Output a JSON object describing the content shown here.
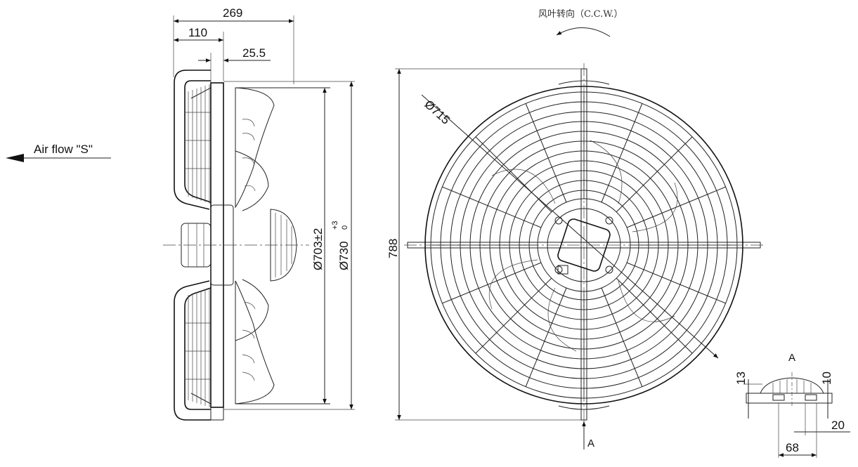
{
  "side_view": {
    "dim_overall_depth": "269",
    "dim_guard_depth": "110",
    "dim_flange": "25.5",
    "airflow_label": "Air flow \"S\"",
    "dia_blade": "Ø703±2",
    "dia_ring_base": "Ø730",
    "dia_ring_tol_upper": "+3",
    "dia_ring_tol_lower": "0"
  },
  "front_view": {
    "rotation_label": "风叶转向（C.C.W.）",
    "dia_guard": "Ø715",
    "dim_height": "788",
    "section_marker": "A"
  },
  "detail_a": {
    "title": "A",
    "dim_13": "13",
    "dim_10": "10",
    "dim_20": "20",
    "dim_68": "68"
  }
}
